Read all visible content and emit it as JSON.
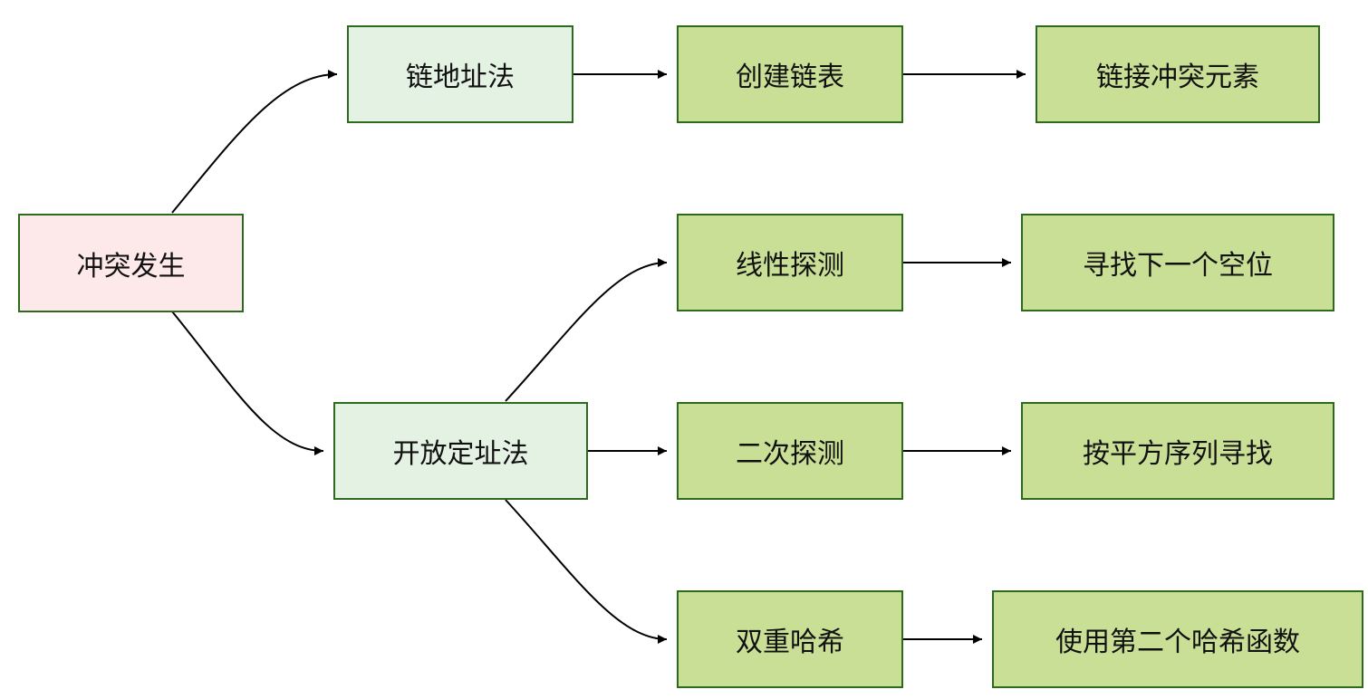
{
  "diagram": {
    "root": {
      "label": "冲突发生"
    },
    "chaining": {
      "label": "链地址法"
    },
    "open_addressing": {
      "label": "开放定址法"
    },
    "create_list": {
      "label": "创建链表"
    },
    "link_elements": {
      "label": "链接冲突元素"
    },
    "linear_probe": {
      "label": "线性探测"
    },
    "find_next": {
      "label": "寻找下一个空位"
    },
    "quadratic_probe": {
      "label": "二次探测"
    },
    "square_sequence": {
      "label": "按平方序列寻找"
    },
    "double_hash": {
      "label": "双重哈希"
    },
    "second_hash": {
      "label": "使用第二个哈希函数"
    }
  },
  "colors": {
    "root_fill": "#fde8ea",
    "method_fill": "#e3f2e3",
    "step_fill": "#c9df95",
    "border": "#2d6a1e",
    "edge": "#000000"
  }
}
